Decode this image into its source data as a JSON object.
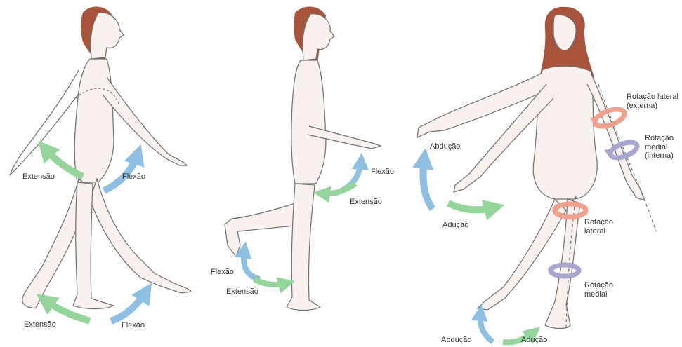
{
  "colors": {
    "skin": "#f8f1ee",
    "outline": "#6e6e6e",
    "hair": "#a8543d",
    "flexion_arrow": "#8fc0e4",
    "extension_arrow": "#93d59a",
    "lateral_rotation": "#f0a08c",
    "medial_rotation": "#a9a6cf"
  },
  "figure_left": {
    "upper_extension": "Extensão",
    "upper_flexion": "Flexão",
    "lower_extension": "Extensão",
    "lower_flexion": "Flexão"
  },
  "figure_middle": {
    "arm_flexion": "Flexão",
    "arm_extension": "Extensão",
    "leg_flexion": "Flexão",
    "leg_extension": "Extensão"
  },
  "figure_right": {
    "arm_abduction": "Abdução",
    "arm_adduction": "Adução",
    "arm_lateral_rotation": "Rotação lateral (externa)",
    "arm_medial_rotation": "Rotação medial (interna)",
    "leg_lateral_rotation": "Rotação lateral",
    "leg_medial_rotation": "Rotação medial",
    "leg_abduction": "Abdução",
    "leg_adduction": "Adução"
  }
}
